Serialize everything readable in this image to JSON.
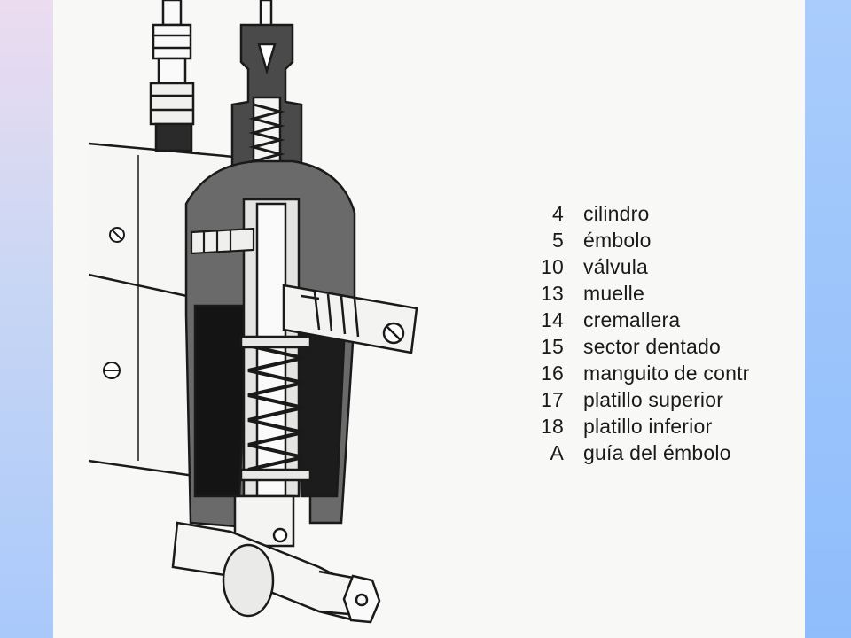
{
  "slide": {
    "colors": {
      "left_band_top": "#ecdcf0",
      "left_band_bottom": "#a9c9fb",
      "right_band": "#8fbdfb",
      "illustration_bg": "#f8f8f6",
      "ink": "#1a1a1a"
    }
  },
  "illustration": {
    "subject": "injection-pump-element-cutaway",
    "icons": [
      "bolt-icon",
      "screw-icon",
      "spring-icon",
      "nut-icon"
    ]
  },
  "legend": {
    "items": [
      {
        "num": "4",
        "text": "cilindro"
      },
      {
        "num": "5",
        "text": "émbolo"
      },
      {
        "num": "10",
        "text": "válvula"
      },
      {
        "num": "13",
        "text": "muelle"
      },
      {
        "num": "14",
        "text": "cremallera"
      },
      {
        "num": "15",
        "text": "sector dentado"
      },
      {
        "num": "16",
        "text": "manguito de contr"
      },
      {
        "num": "17",
        "text": "platillo superior"
      },
      {
        "num": "18",
        "text": "platillo inferior"
      },
      {
        "num": "A",
        "text": "guía del émbolo"
      }
    ]
  }
}
